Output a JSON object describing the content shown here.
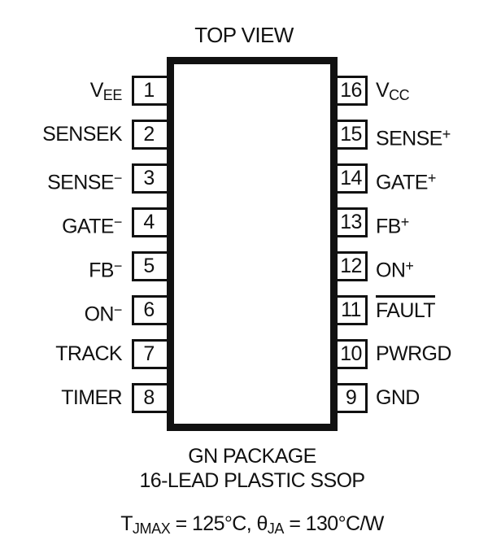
{
  "title": "TOP VIEW",
  "colors": {
    "ink": "#111111",
    "background": "#ffffff"
  },
  "package": {
    "left_pins": [
      {
        "num": "1",
        "label": [
          {
            "t": "V"
          },
          {
            "t": "EE",
            "style": "sub"
          }
        ]
      },
      {
        "num": "2",
        "label": [
          {
            "t": "SENSEK"
          }
        ]
      },
      {
        "num": "3",
        "label": [
          {
            "t": "SENSE"
          },
          {
            "t": "−",
            "style": "sup"
          }
        ]
      },
      {
        "num": "4",
        "label": [
          {
            "t": "GATE"
          },
          {
            "t": "−",
            "style": "sup"
          }
        ]
      },
      {
        "num": "5",
        "label": [
          {
            "t": "FB"
          },
          {
            "t": "−",
            "style": "sup"
          }
        ]
      },
      {
        "num": "6",
        "label": [
          {
            "t": "ON"
          },
          {
            "t": "−",
            "style": "sup"
          }
        ]
      },
      {
        "num": "7",
        "label": [
          {
            "t": "TRACK"
          }
        ]
      },
      {
        "num": "8",
        "label": [
          {
            "t": "TIMER"
          }
        ]
      }
    ],
    "right_pins": [
      {
        "num": "16",
        "label": [
          {
            "t": "V"
          },
          {
            "t": "CC",
            "style": "sub"
          }
        ]
      },
      {
        "num": "15",
        "label": [
          {
            "t": "SENSE"
          },
          {
            "t": "+",
            "style": "sup"
          }
        ]
      },
      {
        "num": "14",
        "label": [
          {
            "t": "GATE"
          },
          {
            "t": "+",
            "style": "sup"
          }
        ]
      },
      {
        "num": "13",
        "label": [
          {
            "t": "FB"
          },
          {
            "t": "+",
            "style": "sup"
          }
        ]
      },
      {
        "num": "12",
        "label": [
          {
            "t": "ON"
          },
          {
            "t": "+",
            "style": "sup"
          }
        ]
      },
      {
        "num": "11",
        "label": [
          {
            "t": "FAULT",
            "style": "overline"
          }
        ]
      },
      {
        "num": "10",
        "label": [
          {
            "t": "PWRGD"
          }
        ]
      },
      {
        "num": "9",
        "label": [
          {
            "t": "GND"
          }
        ]
      }
    ]
  },
  "footer": {
    "line1": "GN PACKAGE",
    "line2": "16-LEAD PLASTIC SSOP",
    "thermal": [
      {
        "t": "T"
      },
      {
        "t": "JMAX",
        "style": "sub"
      },
      {
        "t": " = 125°C, "
      },
      {
        "t": "θ"
      },
      {
        "t": "JA",
        "style": "sub"
      },
      {
        "t": " = 130°C/W"
      }
    ]
  }
}
